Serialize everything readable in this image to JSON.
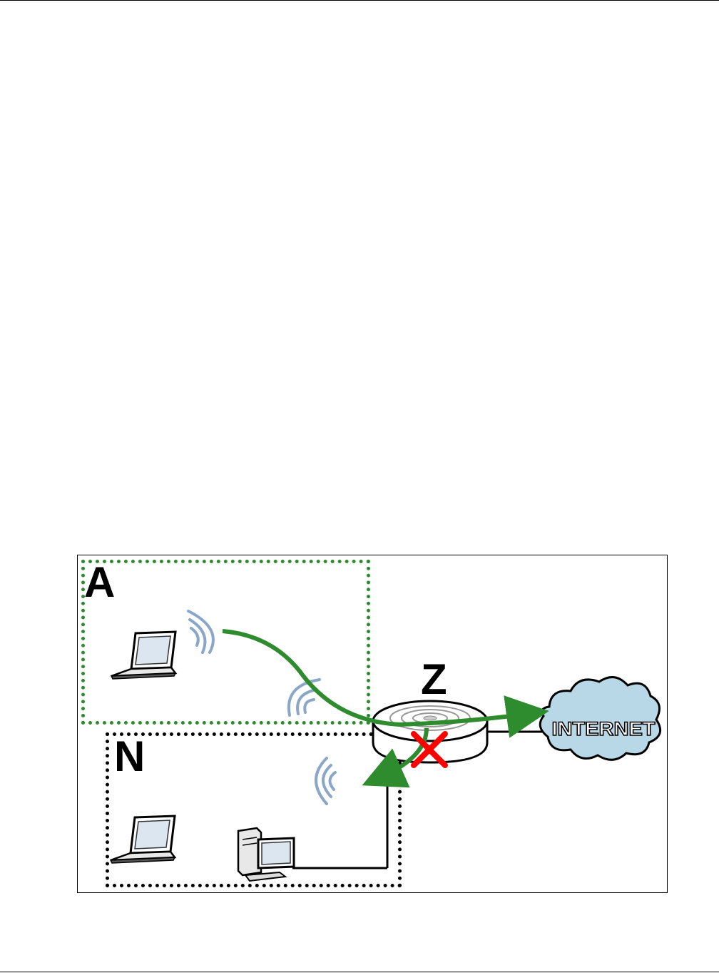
{
  "diagram": {
    "label_a": "A",
    "label_n": "N",
    "label_z": "Z",
    "internet_label": "INTERNET"
  },
  "colors": {
    "guest_zone": "#2e8b2e",
    "traffic_arrow": "#2e8b2e",
    "blocked_mark": "#ff0000",
    "cloud_fill": "#b8d8e8",
    "wave": "#8aa6c8"
  },
  "icons": [
    "laptop-icon",
    "desktop-computer-icon",
    "router-icon",
    "internet-cloud-icon",
    "wireless-signal-icon",
    "blocked-x-icon"
  ]
}
